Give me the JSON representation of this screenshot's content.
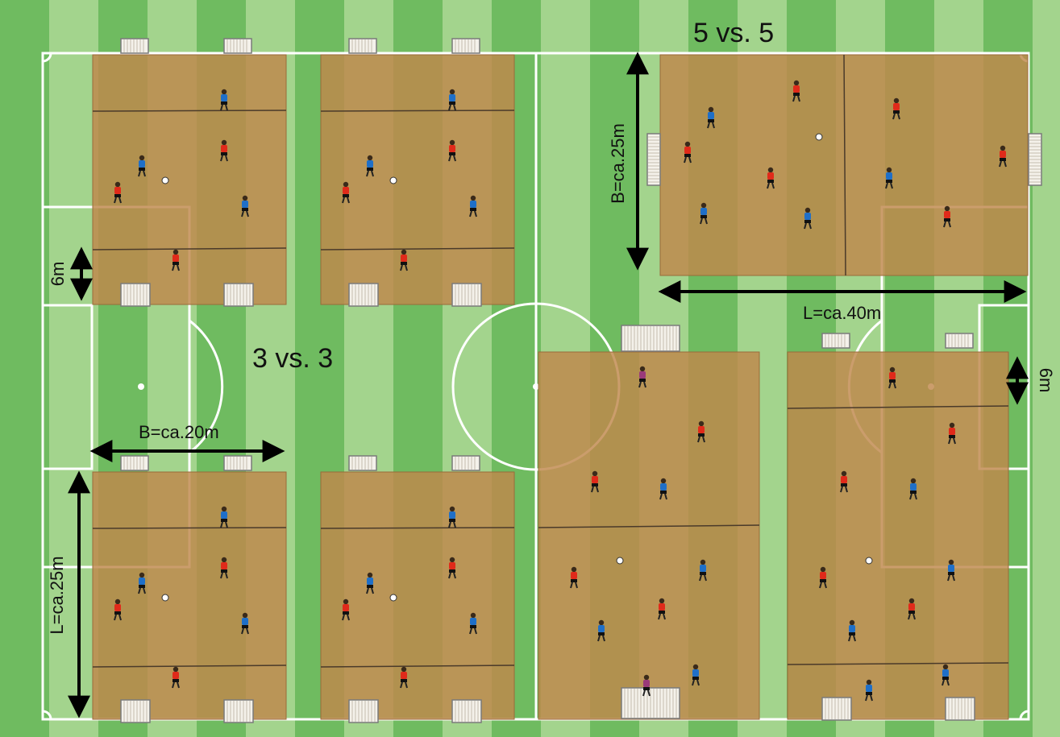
{
  "labels": {
    "small_games": "3 vs. 3",
    "large_games": "5 vs. 5",
    "small_width": "B=ca.20m",
    "small_length": "L=ca.25m",
    "large_width": "B=ca.25m",
    "large_length": "L=ca.40m",
    "zone_left": "6m",
    "zone_right": "6m"
  },
  "colors": {
    "grass_dark": "#6fbb60",
    "grass_light": "#a3d48d",
    "field_overlay": "#c0884c",
    "line": "#ffffff",
    "team_red": "#e02a1a",
    "team_blue": "#1f6fc8",
    "goalkeeper": "#9a3a7a"
  }
}
